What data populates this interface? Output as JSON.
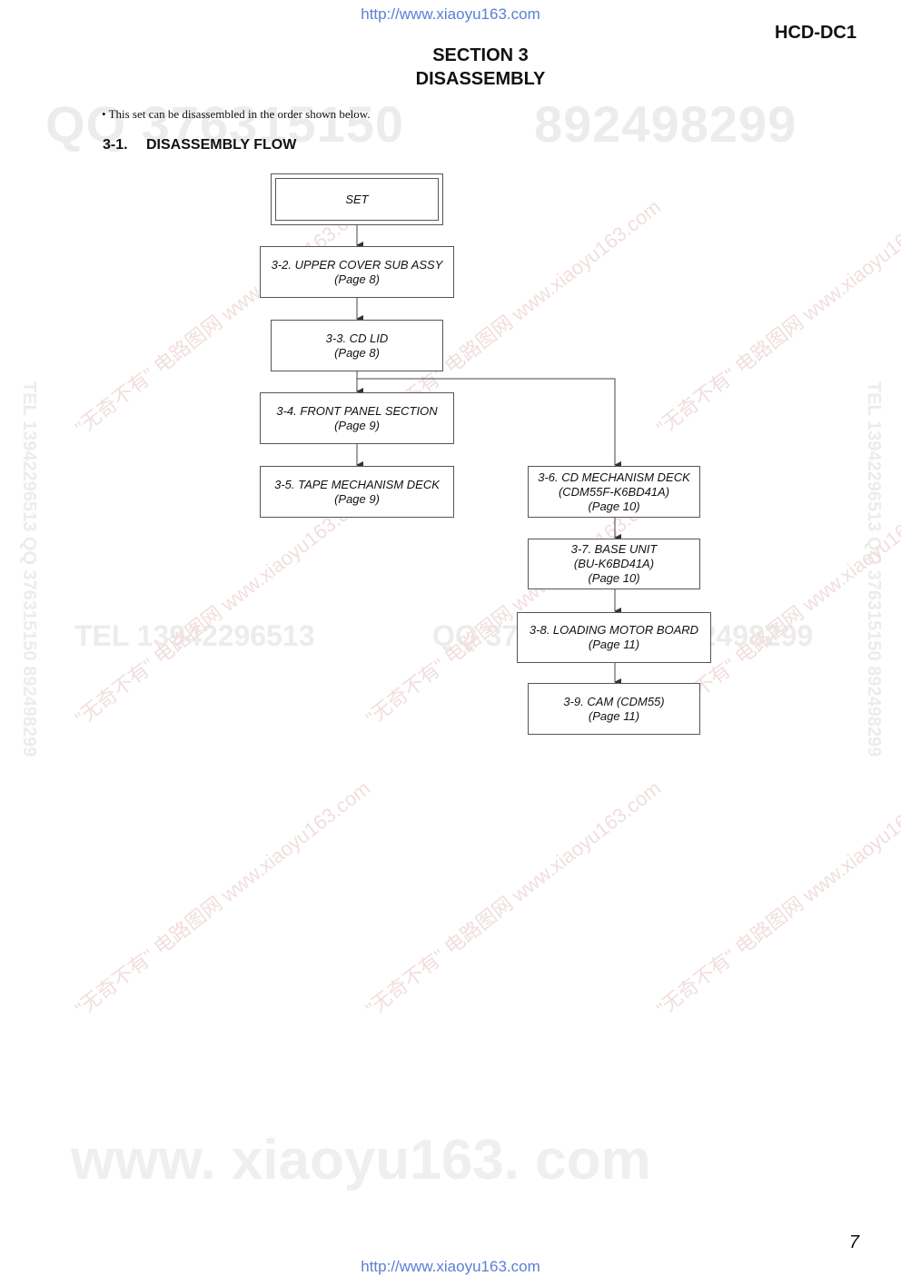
{
  "header": {
    "url_top": "http://www.xiaoyu163.com",
    "model": "HCD-DC1",
    "section_line1": "SECTION 3",
    "section_line2": "DISASSEMBLY"
  },
  "intro": "• This set can be disassembled in the order shown below.",
  "subheading": {
    "number": "3-1.",
    "title": "DISASSEMBLY FLOW"
  },
  "flow": {
    "set": "SET",
    "b32": {
      "title": "3-2. UPPER COVER SUB ASSY",
      "page": "(Page 8)"
    },
    "b33": {
      "title": "3-3. CD LID",
      "page": "(Page 8)"
    },
    "b34": {
      "title": "3-4. FRONT PANEL SECTION",
      "page": "(Page 9)"
    },
    "b35": {
      "title": "3-5. TAPE MECHANISM DECK",
      "page": "(Page 9)"
    },
    "b36": {
      "title": "3-6. CD MECHANISM DECK",
      "sub": "(CDM55F-K6BD41A)",
      "page": "(Page 10)"
    },
    "b37": {
      "title": "3-7. BASE UNIT",
      "sub": "(BU-K6BD41A)",
      "page": "(Page 10)"
    },
    "b38": {
      "title": "3-8. LOADING MOTOR BOARD",
      "page": "(Page 11)"
    },
    "b39": {
      "title": "3-9. CAM (CDM55)",
      "page": "(Page 11)"
    }
  },
  "watermarks": {
    "qq": "QQ 376315150",
    "qq2": "892498299",
    "tel": "TEL 13942296513",
    "tel2": "QQ 376315150",
    "tel3": "892498299",
    "big": "www. xiaoyu163. com",
    "vert_left": "TEL 13942296513 QQ 376315150 892498299",
    "vert_right": "TEL 13942296513 QQ 376315150 892498299",
    "diag": "\"无奇不有\" 电路图网 www.xiaoyu163.com"
  },
  "footer": {
    "page_number": "7",
    "url_bottom": "http://www.xiaoyu163.com"
  }
}
